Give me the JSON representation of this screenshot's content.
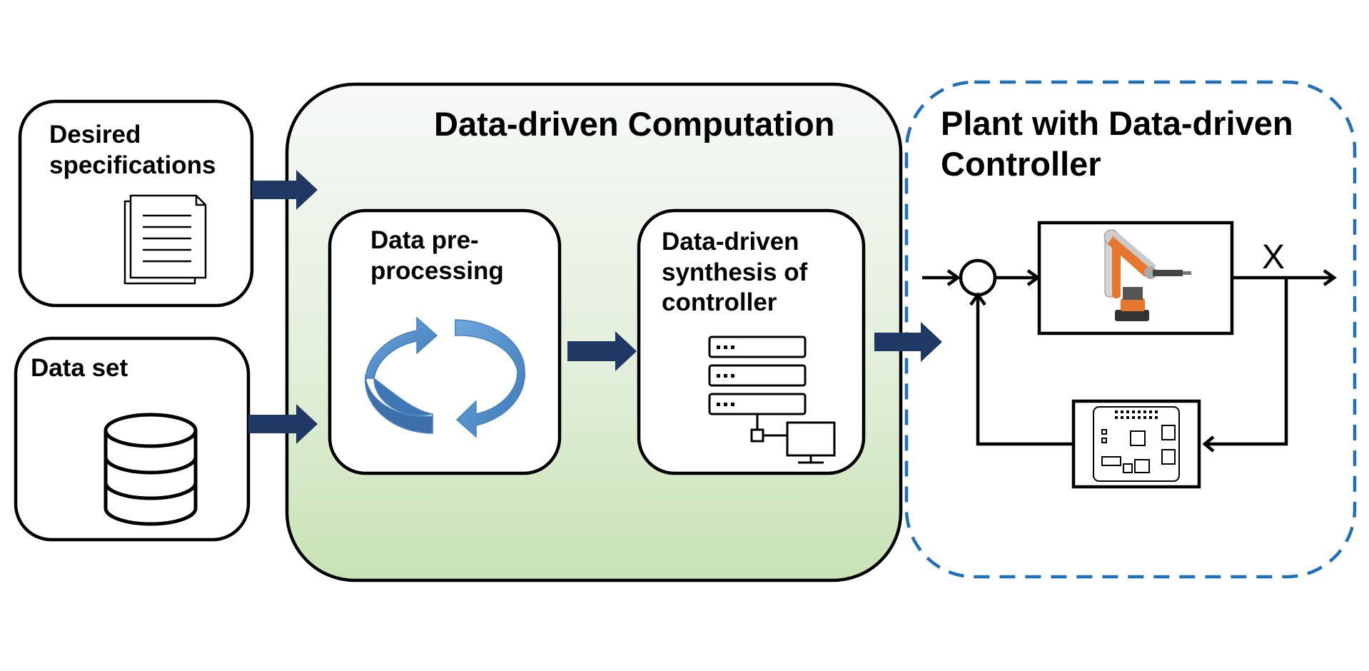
{
  "inputs": {
    "specifications": {
      "title_line1": "Desired",
      "title_line2": "specifications",
      "icon": "document-icon"
    },
    "dataset": {
      "title": "Data set",
      "icon": "database-icon"
    }
  },
  "computation": {
    "title": "Data-driven Computation",
    "preprocessing": {
      "line1": "Data pre-",
      "line2": "processing",
      "icon": "cycle-arrows-icon"
    },
    "synthesis": {
      "line1": "Data-driven",
      "line2": "synthesis of",
      "line3": "controller",
      "icon": "server-computer-icon"
    }
  },
  "plant": {
    "title_line1": "Plant with Data-driven",
    "title_line2": "Controller",
    "output_label": "X",
    "plant_icon": "robot-arm-icon",
    "controller_icon": "circuit-board-icon"
  },
  "colors": {
    "arrow": "#1f3864",
    "loop_border": "#1f6fba",
    "computation_fill_top": "#f7f9f8",
    "computation_fill_bottom": "#c8e2b4",
    "cycle_arrow": "#5b9bd5",
    "robot": "#e8772e"
  }
}
